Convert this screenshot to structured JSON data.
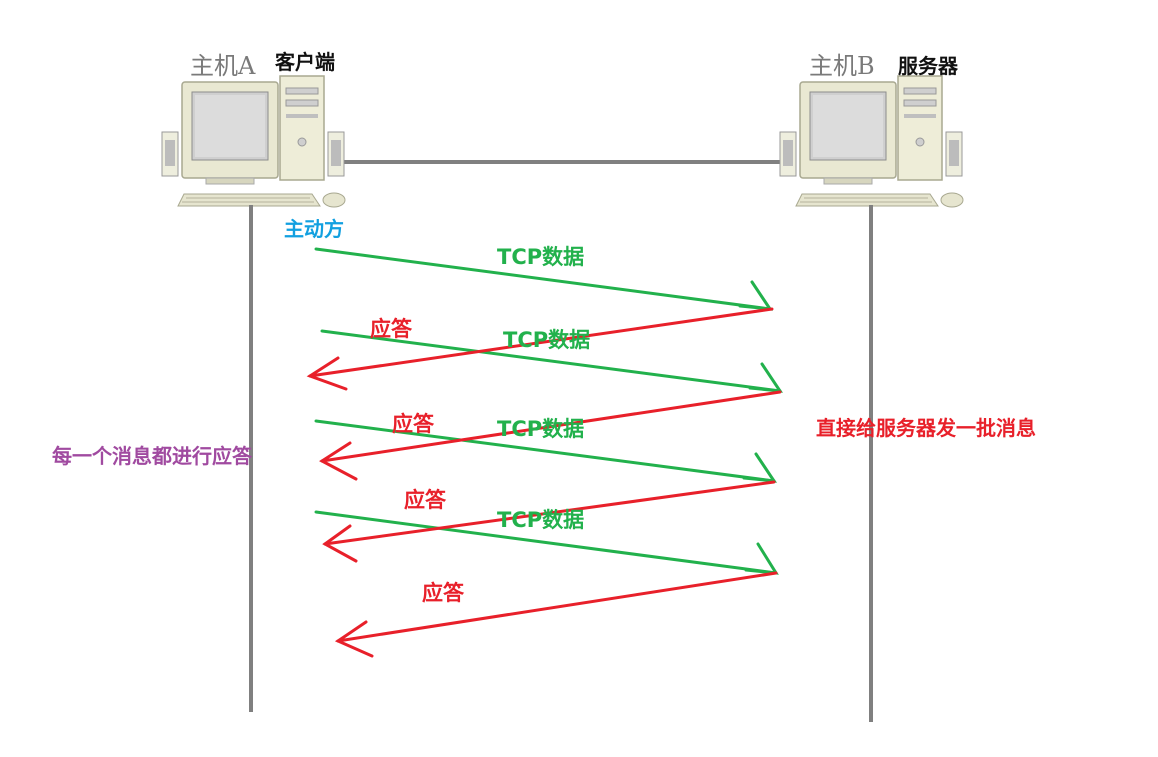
{
  "hosts": {
    "a": {
      "name": "主机A",
      "role": "客户端"
    },
    "b": {
      "name": "主机B",
      "role": "服务器"
    }
  },
  "labels": {
    "initiator": "主动方",
    "tcp_data": "TCP数据",
    "ack": "应答",
    "left_note": "每一个消息都进行应答",
    "right_note": "直接给服务器发一批消息"
  },
  "colors": {
    "data_arrow": "#22b14c",
    "ack_arrow": "#e8202a",
    "timeline": "#808080",
    "initiator": "#12a0e0",
    "left_note": "#a04aa0",
    "right_note": "#e8202a"
  },
  "exchanges": [
    {
      "data": "TCP数据",
      "ack": "应答"
    },
    {
      "data": "TCP数据",
      "ack": "应答"
    },
    {
      "data": "TCP数据",
      "ack": "应答"
    },
    {
      "data": "TCP数据",
      "ack": "应答"
    }
  ]
}
